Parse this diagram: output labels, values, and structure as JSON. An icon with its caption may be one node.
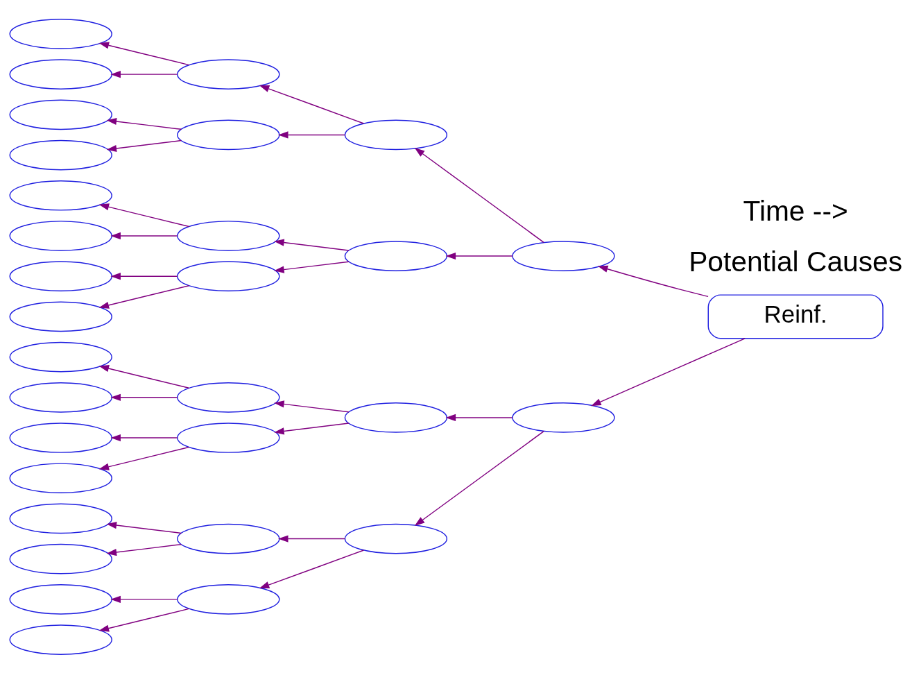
{
  "diagram": {
    "nodes": [
      {
        "text": [
          "Reinf."
        ]
      },
      {
        "text": [],
        "shape": "ellipse"
      },
      {
        "text": [],
        "shape": "ellipse"
      },
      {
        "text": [],
        "shape": "ellipse"
      },
      {
        "text": [],
        "shape": "ellipse"
      },
      {
        "text": [],
        "shape": "ellipse"
      },
      {
        "text": [],
        "shape": "ellipse"
      },
      {
        "text": [],
        "shape": "ellipse"
      },
      {
        "text": [],
        "shape": "ellipse"
      },
      {
        "text": [],
        "shape": "ellipse"
      },
      {
        "text": [],
        "shape": "ellipse"
      },
      {
        "text": [],
        "shape": "ellipse"
      },
      {
        "text": [],
        "shape": "ellipse"
      },
      {
        "text": [],
        "shape": "ellipse"
      },
      {
        "text": [],
        "shape": "ellipse"
      },
      {
        "text": [],
        "shape": "ellipse"
      },
      {
        "text": [],
        "shape": "ellipse"
      },
      {
        "text": [],
        "shape": "ellipse"
      },
      {
        "text": [],
        "shape": "ellipse"
      },
      {
        "text": [],
        "shape": "ellipse"
      },
      {
        "text": [],
        "shape": "ellipse"
      },
      {
        "text": [],
        "shape": "ellipse"
      },
      {
        "text": [],
        "shape": "ellipse"
      },
      {
        "text": [],
        "shape": "ellipse"
      },
      {
        "text": [],
        "shape": "ellipse"
      },
      {
        "text": [],
        "shape": "ellipse"
      },
      {
        "text": [],
        "shape": "ellipse"
      },
      {
        "text": [],
        "shape": "ellipse"
      },
      {
        "text": [],
        "shape": "ellipse"
      },
      {
        "text": [],
        "shape": "ellipse"
      },
      {
        "text": [],
        "shape": "ellipse"
      }
    ],
    "edges": [
      {
        "from": 0,
        "to": 1,
        "arrow": "to"
      },
      {
        "from": 0,
        "to": 2,
        "arrow": "to"
      },
      {
        "from": 1,
        "to": 3,
        "arrow": "to"
      },
      {
        "from": 1,
        "to": 4,
        "arrow": "to"
      },
      {
        "from": 2,
        "to": 5,
        "arrow": "to"
      },
      {
        "from": 2,
        "to": 6,
        "arrow": "to"
      },
      {
        "from": 3,
        "to": 7,
        "arrow": "to"
      },
      {
        "from": 3,
        "to": 8,
        "arrow": "to"
      },
      {
        "from": 4,
        "to": 9,
        "arrow": "to"
      },
      {
        "from": 4,
        "to": 10,
        "arrow": "to"
      },
      {
        "from": 5,
        "to": 11,
        "arrow": "to"
      },
      {
        "from": 5,
        "to": 12,
        "arrow": "to"
      },
      {
        "from": 6,
        "to": 13,
        "arrow": "to"
      },
      {
        "from": 6,
        "to": 14,
        "arrow": "to"
      },
      {
        "from": 7,
        "to": 15,
        "arrow": "to"
      },
      {
        "from": 7,
        "to": 16,
        "arrow": "to"
      },
      {
        "from": 8,
        "to": 17,
        "arrow": "to"
      },
      {
        "from": 8,
        "to": 18,
        "arrow": "to"
      },
      {
        "from": 9,
        "to": 19,
        "arrow": "to"
      },
      {
        "from": 9,
        "to": 20,
        "arrow": "to"
      },
      {
        "from": 10,
        "to": 21,
        "arrow": "to"
      },
      {
        "from": 10,
        "to": 22,
        "arrow": "to"
      },
      {
        "from": 11,
        "to": 23,
        "arrow": "to"
      },
      {
        "from": 11,
        "to": 24,
        "arrow": "to"
      },
      {
        "from": 12,
        "to": 25,
        "arrow": "to"
      },
      {
        "from": 12,
        "to": 26,
        "arrow": "to"
      },
      {
        "from": 13,
        "to": 27,
        "arrow": "to"
      },
      {
        "from": 13,
        "to": 28,
        "arrow": "to"
      },
      {
        "from": 14,
        "to": 29,
        "arrow": "to"
      },
      {
        "from": 14,
        "to": 30,
        "arrow": "to"
      }
    ],
    "labels": [
      "Potential Causes",
      "Time -->"
    ]
  }
}
